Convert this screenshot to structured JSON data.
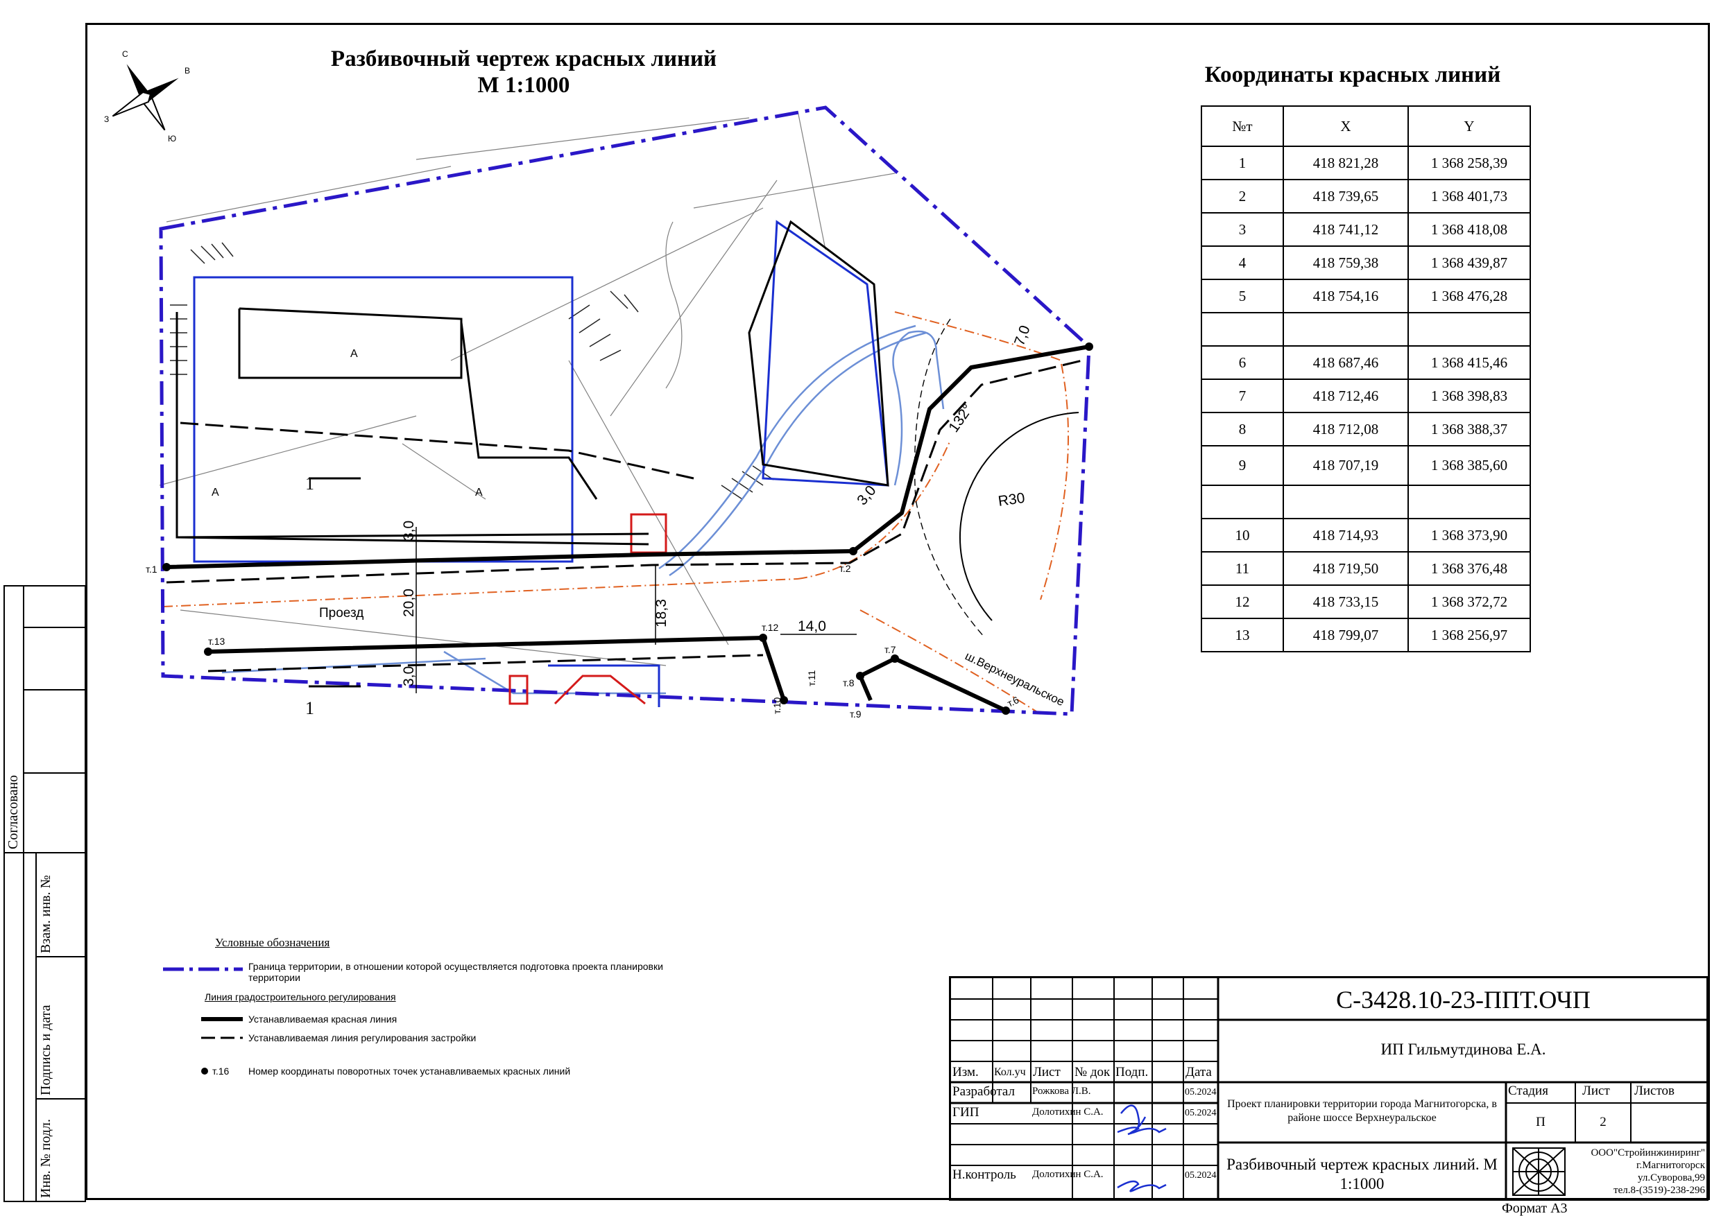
{
  "drawing": {
    "title_line1": "Разбивочный чертеж красных линий",
    "title_line2": "М 1:1000",
    "compass": {
      "n": "С",
      "e": "В",
      "s": "Ю",
      "w": "З"
    },
    "labels": {
      "road": "Проезд",
      "highway": "ш.Верхнеуральское",
      "radius": "R30",
      "zone_a": "А",
      "section": "1",
      "dim_20": "20,0",
      "dim_3_top": "3,0",
      "dim_3_bottom": "3,0",
      "dim_14": "14,0",
      "dim_18": "18,3",
      "dim_7": "7,0",
      "dim_3r": "3,0",
      "angle": "132°",
      "t1": "т.1",
      "t2": "т.2",
      "t6": "т.6",
      "t7": "т.7",
      "t8": "т.8",
      "t9": "т.9",
      "t10": "т.10",
      "t11": "т.11",
      "t12": "т.12",
      "t13": "т.13"
    }
  },
  "coords": {
    "title": "Координаты красных линий",
    "headers": [
      "№т",
      "X",
      "Y"
    ],
    "rows": [
      [
        "1",
        "418 821,28",
        "1 368 258,39"
      ],
      [
        "2",
        "418 739,65",
        "1 368 401,73"
      ],
      [
        "3",
        "418 741,12",
        "1 368 418,08"
      ],
      [
        "4",
        "418 759,38",
        "1 368 439,87"
      ],
      [
        "5",
        "418 754,16",
        "1 368 476,28"
      ],
      [
        "",
        "",
        ""
      ],
      [
        "6",
        "418 687,46",
        "1 368 415,46"
      ],
      [
        "7",
        "418 712,46",
        "1 368 398,83"
      ],
      [
        "8",
        "418 712,08",
        "1 368 388,37"
      ],
      [
        "9",
        "418 707,19",
        "1 368 385,60"
      ],
      [
        "",
        "",
        ""
      ],
      [
        "10",
        "418 714,93",
        "1 368 373,90"
      ],
      [
        "11",
        "418 719,50",
        "1 368 376,48"
      ],
      [
        "12",
        "418 733,15",
        "1 368 372,72"
      ],
      [
        "13",
        "418 799,07",
        "1 368 256,97"
      ]
    ]
  },
  "legend": {
    "title": "Условные обозначения",
    "boundary": "Граница территории, в отношении которой осуществляется подготовка проекта планировки территории",
    "group": "Линия градостроительного регулирования",
    "red_line": "Устанавливаемая красная линия",
    "build_line": "Устанавливаемая линия регулирования застройки",
    "point_tag": "т.16",
    "point": "Номер координаты поворотных точек устанавливаемых красных линий"
  },
  "stamp": {
    "code": "С-3428.10-23-ППТ.ОЧП",
    "org": "ИП Гильмутдинова Е.А.",
    "col_izm": "Изм.",
    "col_kol": "Кол.уч",
    "col_list": "Лист",
    "col_doc": "№ док",
    "col_podp": "Подп.",
    "col_date": "Дата",
    "role1": "Разработал",
    "name1": "Рожкова Л.В.",
    "date1": "05.2024",
    "role2": "ГИП",
    "name2": "Долотихин С.А.",
    "date2": "05.2024",
    "role3": "Н.контроль",
    "name3": "Долотихин С.А.",
    "date3": "05.2024",
    "project": "Проект планировки территории города Магнитогорска, в районе шоссе Верхнеуральское",
    "stage_h": "Стадия",
    "sheet_h": "Лист",
    "sheets_h": "Листов",
    "stage": "П",
    "sheet": "2",
    "sheet_title": "Разбивочный чертеж красных линий. М 1:1000",
    "company1": "ООО\"Стройинжиниринг\"",
    "company2": "г.Магнитогорск",
    "company3": "ул.Суворова,99",
    "company4": "тел.8-(3519)-238-296",
    "format": "Формат А3"
  },
  "side": {
    "agreed": "Согласовано",
    "inv_zam": "Взам. инв. №",
    "sign_date": "Подпись и дата",
    "inv_podl": "Инв. № подл."
  },
  "colors": {
    "boundary": "#2a17c7",
    "red_line": "#000000",
    "road": "#e06020",
    "building": "#1a2fd0",
    "alt": "#6c8fd6",
    "accent_red": "#d41a1a"
  }
}
